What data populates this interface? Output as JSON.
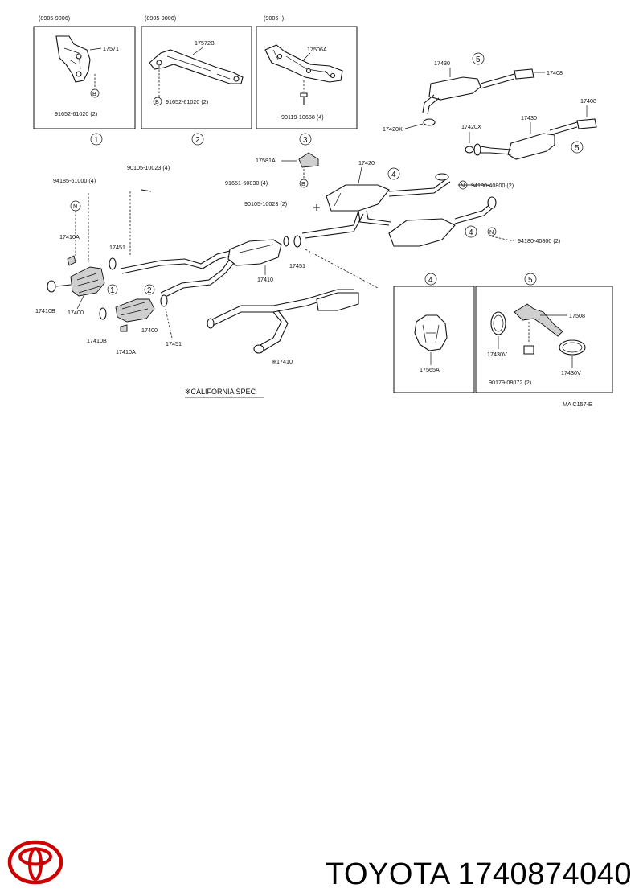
{
  "diagram": {
    "date_ranges": [
      "(8905-9006)",
      "(8905-9006)",
      "(9006-     )"
    ],
    "circled": [
      "1",
      "2",
      "3",
      "4",
      "5",
      "N",
      "B"
    ],
    "parts": {
      "p17571": "17571",
      "p17572B": "17572B",
      "p17506A": "17506A",
      "p91652_b1": "91652-61020 (2)",
      "p91652_b2": "91652-61020 (2)",
      "p90119": "90119-10668 (4)",
      "p17430_a": "17430",
      "p17408_a": "17408",
      "p17408_b": "17408",
      "p17430_b": "17430",
      "p17420X_a": "17420X",
      "p17420X_b": "17420X",
      "p94185": "94185-61000 (4)",
      "p90105_a": "90105-10023 (4)",
      "p17581A": "17581A",
      "p91651": "91651-60830 (4)",
      "p17420": "17420",
      "p94180_a": "94180-40800 (2)",
      "p90105_b": "90105-10023 (2)",
      "p94180_b": "94180-40800 (2)",
      "p17410A_a": "17410A",
      "p17451_a": "17451",
      "p17451_b": "17451",
      "p17410": "17410",
      "p17410B_a": "17410B",
      "p17400_a": "17400",
      "p17410B_b": "17410B",
      "p17410A_b": "17410A",
      "p17400_b": "17400",
      "p17451_c": "17451",
      "p17410_star": "※17410",
      "p17565A": "17565A",
      "p17430V_a": "17430V",
      "p17508": "17508",
      "p90179": "90179-08072 (2)",
      "p17430V_b": "17430V"
    },
    "california_note": "※CALIFORNIA SPEC",
    "figure_code": "MA  C157-E"
  },
  "brand": {
    "name": "TOYOTA",
    "part_number": "1740874040",
    "logo_color": "#cc0000"
  }
}
